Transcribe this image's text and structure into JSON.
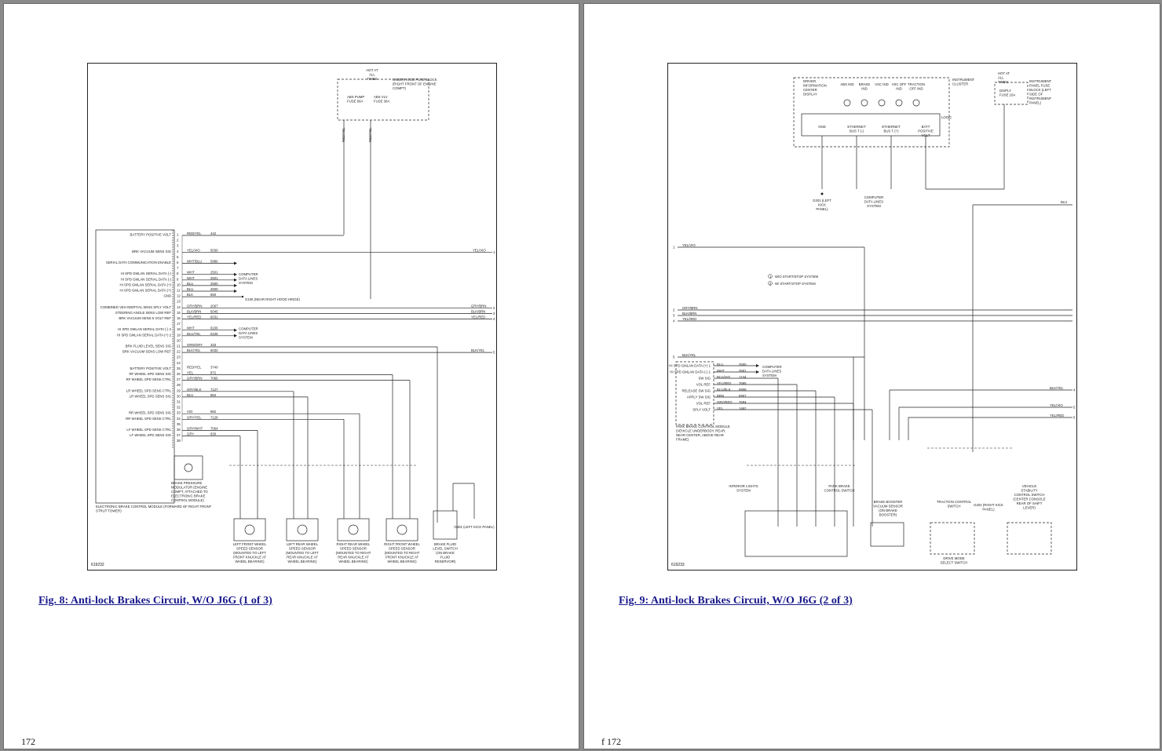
{
  "left_page": {
    "caption": "Fig. 8: Anti-lock Brakes Circuit, W/O J6G (1 of 3)",
    "page_number": "172",
    "diagram_number": "619232",
    "top_labels": {
      "hot": "HOT AT ALL TIMES",
      "fuse_block": "UNDERHOOD FUSE BLOCK (RIGHT FRONT OF ENGINE COMPT)",
      "fuse1": "ABS PUMP FUSE 60A",
      "fuse2": "ABS VLV FUSE 30A"
    },
    "module_label": "ELECTRONIC BRAKE CONTROL MODULE (FORWARD OF RIGHT FRONT STRUT TOWER)",
    "modulator": "BRAKE PRESSURE MODULATOR (ENGINE COMPT, ATTACHED TO ELECTRONIC BRAKE CONTROL MODULE)",
    "computer_data_lines": "COMPUTER DATA LINES SYSTEM",
    "ground_g106": "G106 (NEAR RIGHT HOOD HINGE)",
    "pins": [
      {
        "label": "BATTERY POSITIVE VOLT",
        "num": "1",
        "wire": "RED/YEL",
        "circuit": "442"
      },
      {
        "label": "",
        "num": "2",
        "wire": "",
        "circuit": ""
      },
      {
        "label": "",
        "num": "3",
        "wire": "",
        "circuit": ""
      },
      {
        "label": "BRK VACUUM SENS SIG",
        "num": "4",
        "wire": "YEL/VIO",
        "circuit": "5030"
      },
      {
        "label": "",
        "num": "5",
        "wire": "",
        "circuit": ""
      },
      {
        "label": "SERIAL DATA COMMUNICATION ENABLE",
        "num": "6",
        "wire": "WHT/BLU",
        "circuit": "5986"
      },
      {
        "label": "",
        "num": "7",
        "wire": "",
        "circuit": ""
      },
      {
        "label": "HI SPD GMLAN SERIAL DATA (-)",
        "num": "8",
        "wire": "WHT",
        "circuit": "2501"
      },
      {
        "label": "HI SPD GMLAN SERIAL DATA (-)",
        "num": "9",
        "wire": "WHT",
        "circuit": "2501"
      },
      {
        "label": "HI SPD GMLAN SERIAL DATA (+)",
        "num": "10",
        "wire": "BLU",
        "circuit": "2500"
      },
      {
        "label": "HI SPD GMLAN SERIAL DATA (+)",
        "num": "11",
        "wire": "BLU",
        "circuit": "2500"
      },
      {
        "label": "GND",
        "num": "12",
        "wire": "BLK",
        "circuit": "850"
      },
      {
        "label": "",
        "num": "13",
        "wire": "",
        "circuit": ""
      },
      {
        "label": "COMBINED VEH INERTIAL SENS SPLY VOLT",
        "num": "14",
        "wire": "GRY/BRN",
        "circuit": "2067"
      },
      {
        "label": "STEERING ANGLE SENS LOW REF",
        "num": "15",
        "wire": "BLK/BRN",
        "circuit": "6045"
      },
      {
        "label": "BRK VACUUM SENS 5 VOLT REF",
        "num": "16",
        "wire": "YEL/RED",
        "circuit": "6031"
      },
      {
        "label": "",
        "num": "17",
        "wire": "",
        "circuit": ""
      },
      {
        "label": "HI SPD GMLAN SERIAL DATA (-) 2",
        "num": "18",
        "wire": "WHT",
        "circuit": "6106"
      },
      {
        "label": "HI SPD GMLAN SERIAL DATA (+) 2",
        "num": "19",
        "wire": "BLU/YEL",
        "circuit": "6105"
      },
      {
        "label": "",
        "num": "20",
        "wire": "",
        "circuit": ""
      },
      {
        "label": "BRK FLUID LEVEL SENS SIG",
        "num": "21",
        "wire": "GRN/GRY",
        "circuit": "333"
      },
      {
        "label": "BRK VACUUM SENS LOW REF",
        "num": "22",
        "wire": "BLK/YEL",
        "circuit": "6032"
      },
      {
        "label": "",
        "num": "23",
        "wire": "",
        "circuit": ""
      },
      {
        "label": "",
        "num": "24",
        "wire": "",
        "circuit": ""
      },
      {
        "label": "BATTERY POSITIVE VOLT",
        "num": "25",
        "wire": "RED/YEL",
        "circuit": "3740"
      },
      {
        "label": "RF WHEEL SPD SENS SIG",
        "num": "26",
        "wire": "YEL",
        "circuit": "872"
      },
      {
        "label": "RF WHEEL SPD SENS CTRL",
        "num": "27",
        "wire": "GRY/BRN",
        "circuit": "7065"
      },
      {
        "label": "",
        "num": "28",
        "wire": "",
        "circuit": ""
      },
      {
        "label": "LR WHEEL SPD SENS CTRL",
        "num": "29",
        "wire": "GRY/BLK",
        "circuit": "7127"
      },
      {
        "label": "LR WHEEL SPD SENS SIG",
        "num": "30",
        "wire": "BLU",
        "circuit": "884"
      },
      {
        "label": "",
        "num": "31",
        "wire": "",
        "circuit": ""
      },
      {
        "label": "",
        "num": "32",
        "wire": "",
        "circuit": ""
      },
      {
        "label": "RR WHEEL SPD SENS SIG",
        "num": "33",
        "wire": "VIO",
        "circuit": "882"
      },
      {
        "label": "RR WHEEL SPD SENS CTRL",
        "num": "34",
        "wire": "GRY/YEL",
        "circuit": "7128"
      },
      {
        "label": "",
        "num": "35",
        "wire": "",
        "circuit": ""
      },
      {
        "label": "LF WHEEL SPD SENS CTRL",
        "num": "36",
        "wire": "GRY/WHT",
        "circuit": "7064"
      },
      {
        "label": "LF WHEEL SPD SENS SIG",
        "num": "37",
        "wire": "GRY",
        "circuit": "830"
      },
      {
        "label": "",
        "num": "38",
        "wire": "",
        "circuit": ""
      }
    ],
    "right_outputs": [
      {
        "wire": "YEL/VIO",
        "num": "1"
      },
      {
        "wire": "GRY/BRN",
        "num": "2"
      },
      {
        "wire": "BLK/BRN",
        "num": "3"
      },
      {
        "wire": "YEL/RED",
        "num": "4"
      },
      {
        "wire": "BLK/YEL",
        "num": "5"
      }
    ],
    "sensors": [
      "LEFT FRONT WHEEL SPEED SENSOR (MOUNTED TO LEFT FRONT KNUCKLE AT WHEEL BEARING)",
      "LEFT REAR WHEEL SPEED SENSOR (MOUNTED TO LEFT REAR KNUCKLE AT WHEEL BEARING)",
      "RIGHT REAR WHEEL SPEED SENSOR (MOUNTED TO RIGHT REAR KNUCKLE AT WHEEL BEARING)",
      "RIGHT FRONT WHEEL SPEED SENSOR (MOUNTED TO RIGHT FRONT KNUCKLE AT WHEEL BEARING)",
      "BRAKE FLUID LEVEL SWITCH (ON BRAKE FLUID RESERVOIR)"
    ],
    "ground_g301": "G301 (LEFT KICK PANEL)"
  },
  "right_page": {
    "caption": "Fig. 9: Anti-lock Brakes Circuit, W/O J6G (2 of 3)",
    "page_number": "f 172",
    "diagram_number": "619233",
    "cluster": {
      "label": "INSTRUMENT CLUSTER",
      "dic": "DRIVER INFORMATION CENTER DISPLAY",
      "indicators": [
        "ABS IND",
        "BRAKE IND",
        "VSC IND",
        "VSC OFF IND",
        "TRACTION OFF IND"
      ],
      "logic": "LOGIC",
      "pins": [
        "GND",
        "ETHERNET BUS T (-)",
        "ETHERNET BUS T (+)",
        "BATT POSITIVE VOLT"
      ]
    },
    "fuse_block": "INSTRUMENT PANEL FUSE BLOCK (LEFT SIDE OF INSTRUMENT PANEL)",
    "fuse": "DISPLY FUSE 10A",
    "hot": "HOT AT ALL TIMES",
    "ground_g201": "G201 (LEFT KICK PANEL)",
    "computer_data_lines": "COMPUTER DATA LINES SYSTEM",
    "legend": [
      "W/O START/STOP SYSTEM",
      "W/ START/STOP SYSTEM"
    ],
    "park_brake_module": "PARK BRAKE CONTROL MODULE (VEHICLE UNDERBODY, REAR, NEAR CENTER, ABOVE REAR FRAME)",
    "park_pins": [
      {
        "label": "HI SPD GMLAN DATA (+) 1",
        "wire": "BLU",
        "circuit": "2500"
      },
      {
        "label": "HI SPD GMLAN DATA (-) 1",
        "wire": "WHT",
        "circuit": "2501"
      },
      {
        "label": "SW SIG",
        "wire": "BLU/VIO",
        "circuit": "1134"
      },
      {
        "label": "VOL REF",
        "wire": "YEL/RED",
        "circuit": "7685"
      },
      {
        "label": "RELEASE SW SIG",
        "wire": "BLU/BLK",
        "circuit": "6908"
      },
      {
        "label": "APPLY SW SIG",
        "wire": "BRN",
        "circuit": "6907"
      },
      {
        "label": "VOL REF",
        "wire": "GRY/RED",
        "circuit": "7684"
      },
      {
        "label": "SPLY VOLT",
        "wire": "YEL",
        "circuit": "1462"
      }
    ],
    "bottom_labels": [
      "INTERIOR LIGHTS SYSTEM",
      "PARK BRAKE CONTROL SWITCH",
      "BRAKE BOOSTER VACUUM SENSOR (ON BRAKE BOOSTER)",
      "TRACTION CONTROL SWITCH",
      "DRIVE MODE SELECT SWITCH",
      "G202 (RIGHT KICK PANEL)",
      "VEHICLE STABILITY CONTROL SWITCH (CENTER CONSOLE REAR OF SHIFT LEVER)"
    ]
  },
  "colors": {
    "frame": "#6a6a6a",
    "caption": "#1a1a8c",
    "ink": "#222222"
  }
}
